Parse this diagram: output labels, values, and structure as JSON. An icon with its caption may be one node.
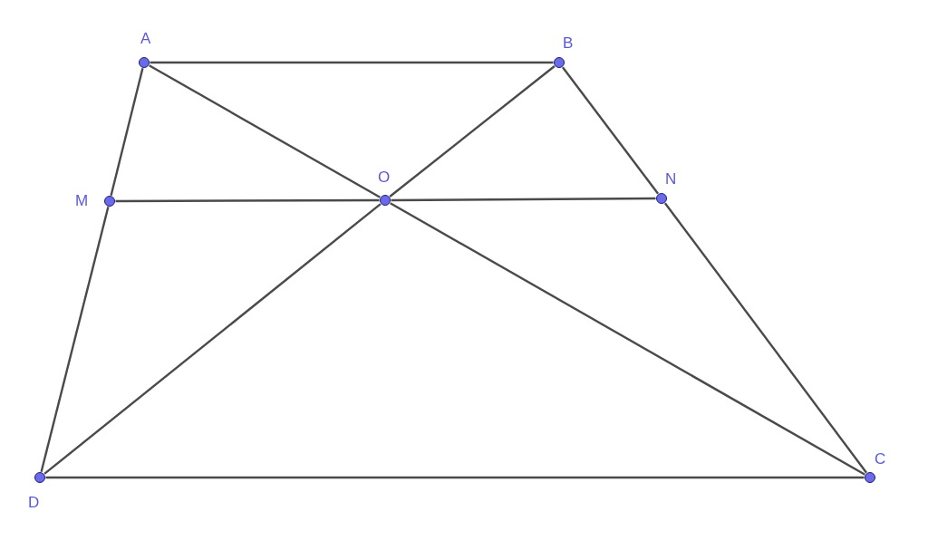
{
  "diagram": {
    "nodes": [
      {
        "text": [
          "A"
        ]
      },
      {
        "text": [
          "B"
        ]
      },
      {
        "text": [
          "M"
        ]
      },
      {
        "text": [
          "O"
        ]
      },
      {
        "text": [
          "N"
        ]
      },
      {
        "text": [
          "D"
        ]
      },
      {
        "text": [
          "C"
        ]
      }
    ],
    "edges": [
      {
        "from": 0,
        "to": 1,
        "arrow": "none"
      },
      {
        "from": 0,
        "to": 2,
        "arrow": "none"
      },
      {
        "from": 2,
        "to": 5,
        "arrow": "none"
      },
      {
        "from": 1,
        "to": 4,
        "arrow": "none"
      },
      {
        "from": 4,
        "to": 6,
        "arrow": "none"
      },
      {
        "from": 5,
        "to": 6,
        "arrow": "none"
      },
      {
        "from": 0,
        "to": 3,
        "arrow": "none"
      },
      {
        "from": 3,
        "to": 6,
        "arrow": "none"
      },
      {
        "from": 1,
        "to": 3,
        "arrow": "none"
      },
      {
        "from": 3,
        "to": 5,
        "arrow": "none"
      },
      {
        "from": 2,
        "to": 3,
        "arrow": "none"
      },
      {
        "from": 3,
        "to": 4,
        "arrow": "none"
      }
    ]
  }
}
